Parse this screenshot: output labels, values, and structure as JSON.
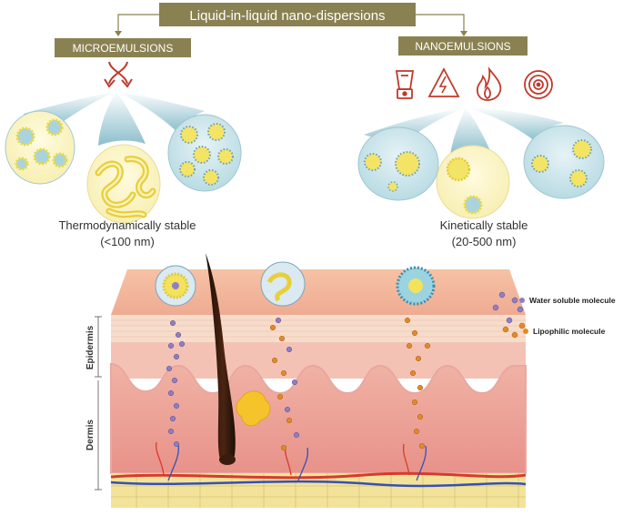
{
  "header": {
    "title": "Liquid-in-liquid nano-dispersions"
  },
  "left_panel": {
    "label": "MICROEMULSIONS",
    "caption_line1": "Thermodynamically stable",
    "caption_line2": "(<100 nm)"
  },
  "right_panel": {
    "label": "NANOEMULSIONS",
    "caption_line1": "Kinetically stable",
    "caption_line2": "(20-500 nm)",
    "icons": [
      "blender-icon",
      "high-voltage-icon",
      "flame-icon",
      "ultrasound-disc-icon"
    ]
  },
  "skin": {
    "layer_labels": {
      "epidermis": "Epidermis",
      "dermis": "Dermis"
    },
    "legend": {
      "water": "Water soluble molecule",
      "lipophilic": "Lipophilic molecule"
    }
  },
  "colors": {
    "label_bg": "#8a8152",
    "arrow_red": "#c0392b",
    "droplet_yellow": "#f2e25c",
    "water_molecule": "#8f7fc1",
    "lipid_molecule": "#e08a2a",
    "dermis": "#ea9a90",
    "fat": "#f3e39a"
  }
}
